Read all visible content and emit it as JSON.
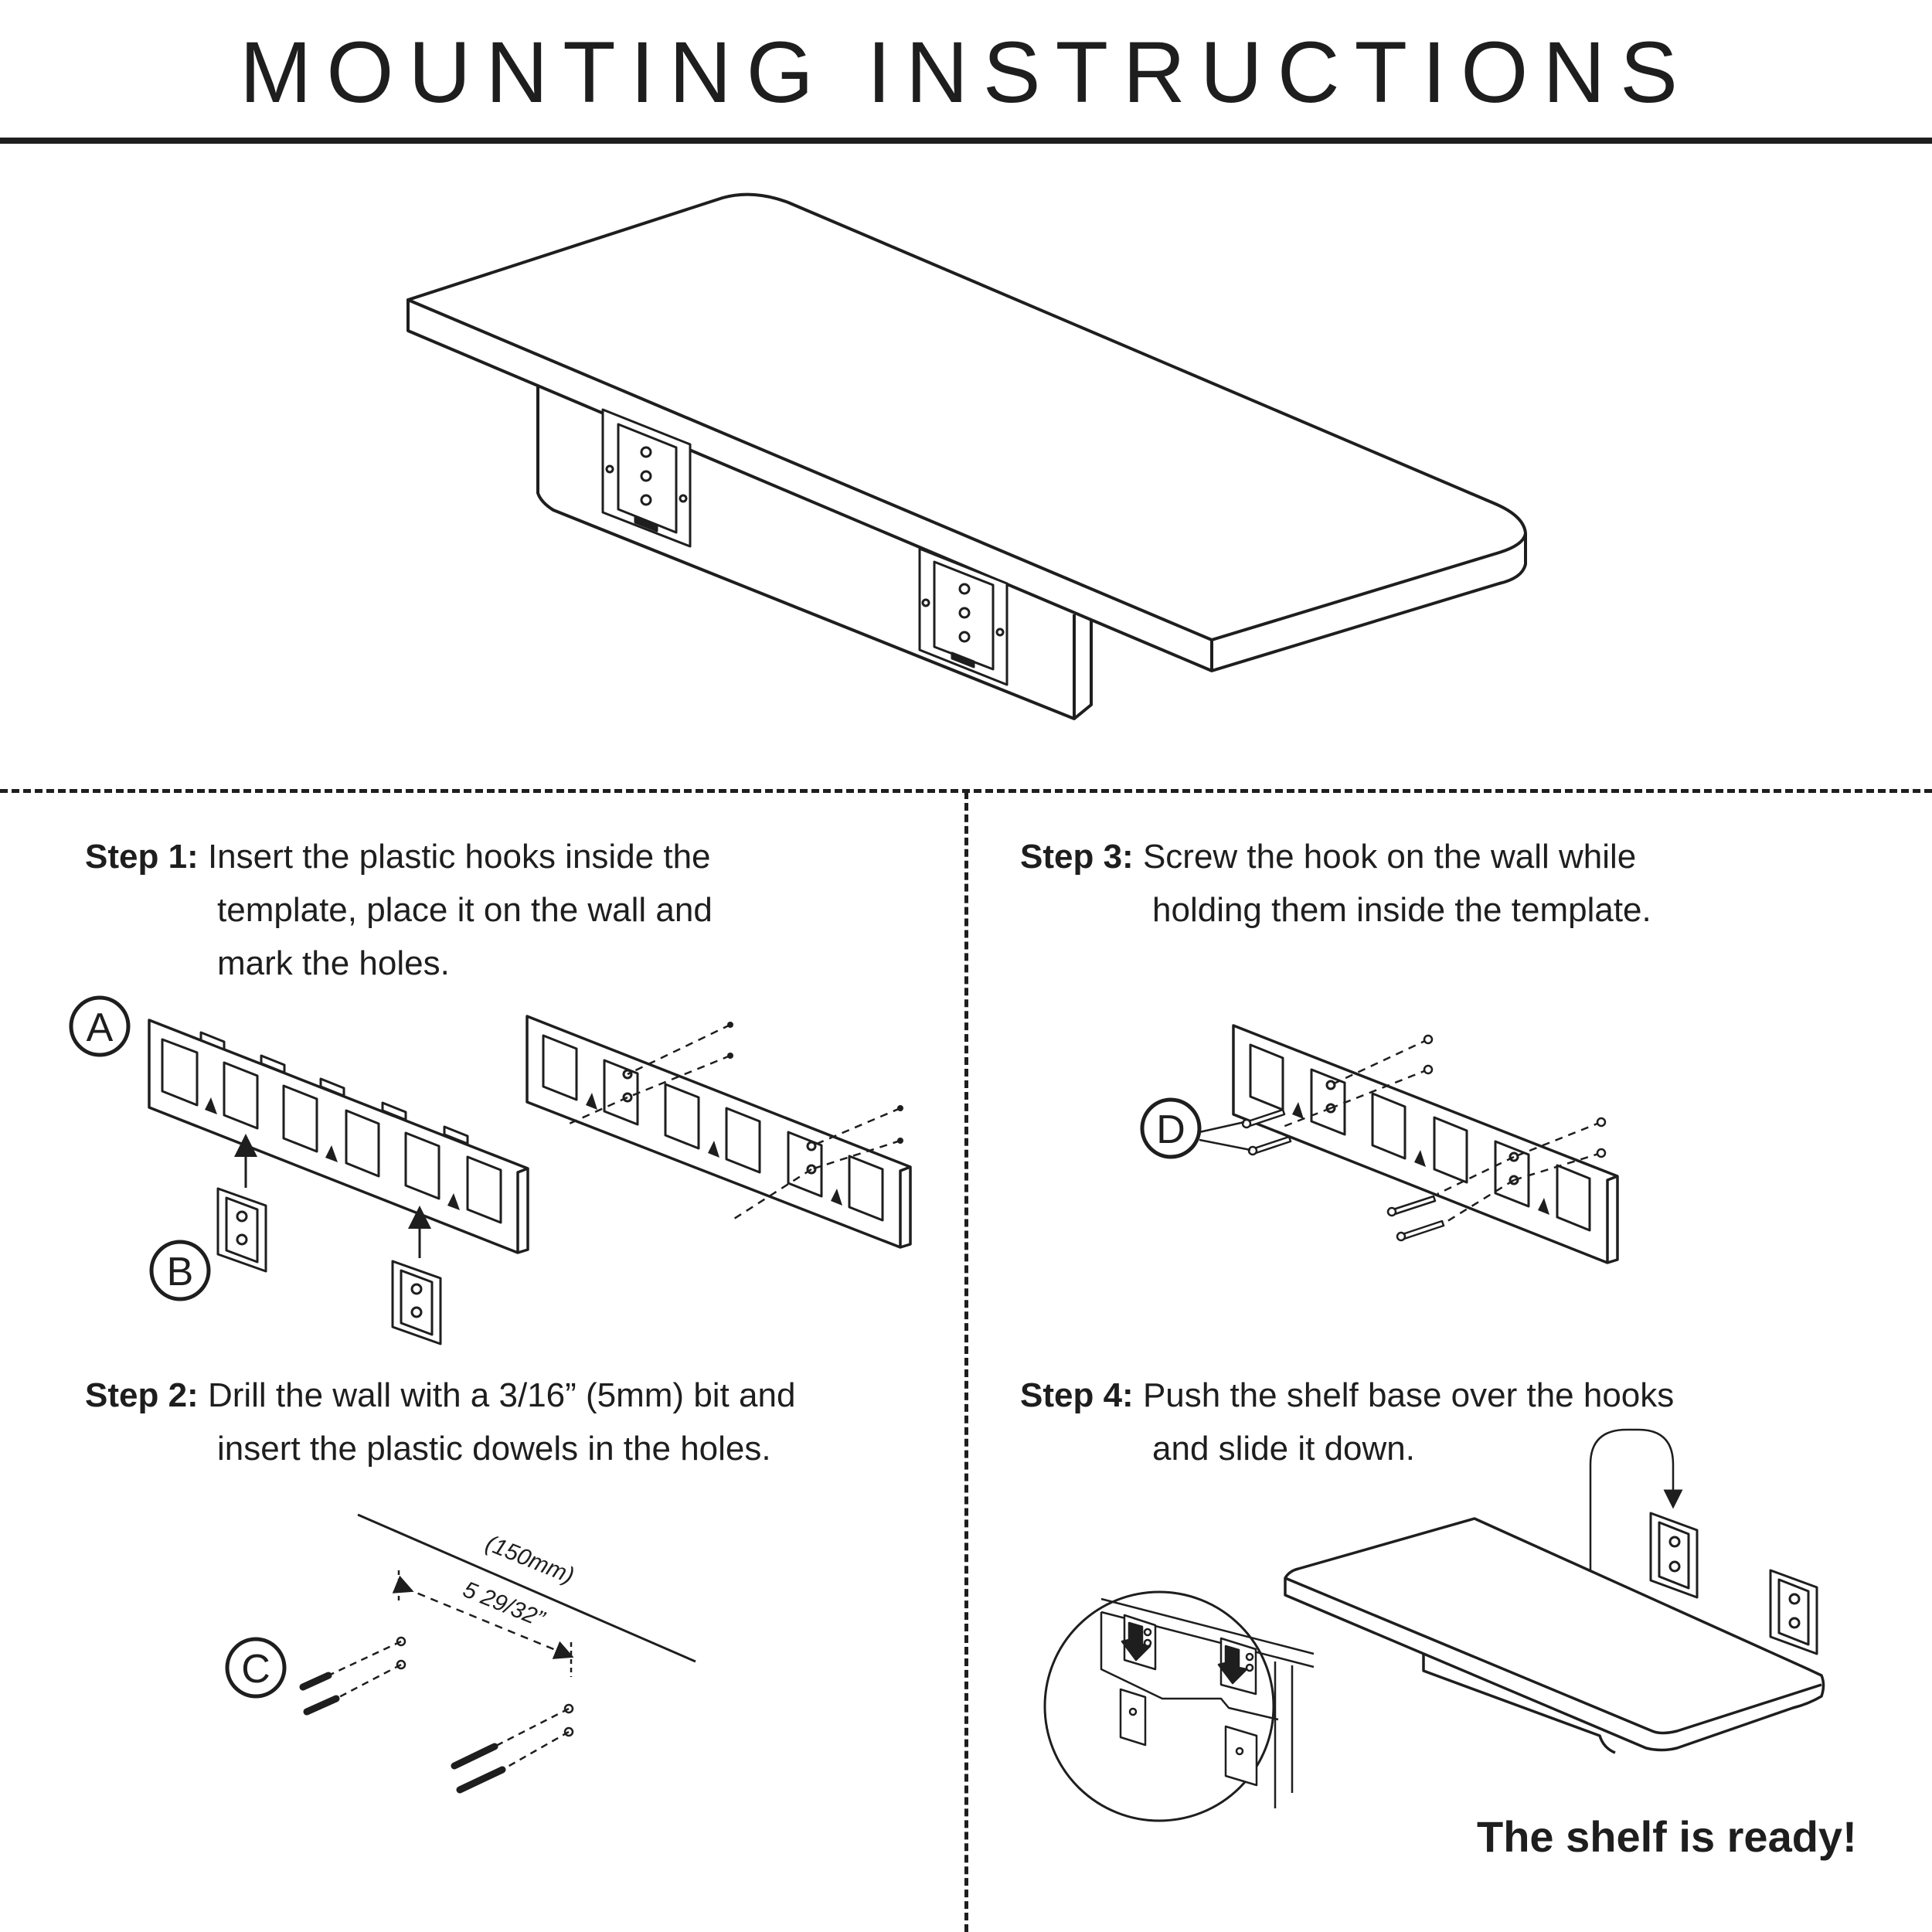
{
  "title": "MOUNTING INSTRUCTIONS",
  "steps": [
    {
      "label": "Step 1:",
      "line1": "Insert the plastic hooks inside the",
      "line2": "template, place it on the wall and",
      "line3": "mark the holes."
    },
    {
      "label": "Step 2:",
      "line1": "Drill the wall with a 3/16” (5mm) bit and",
      "line2": "insert the plastic dowels in the holes."
    },
    {
      "label": "Step 3:",
      "line1": "Screw the hook on the wall while",
      "line2": "holding them inside the template."
    },
    {
      "label": "Step 4:",
      "line1": "Push the shelf base over the hooks",
      "line2": "and slide it down."
    }
  ],
  "callouts": {
    "a": "A",
    "b": "B",
    "c": "C",
    "d": "D"
  },
  "dimension": {
    "metric": "(150mm)",
    "imperial": "5 29/32”"
  },
  "closing": "The shelf is ready!"
}
